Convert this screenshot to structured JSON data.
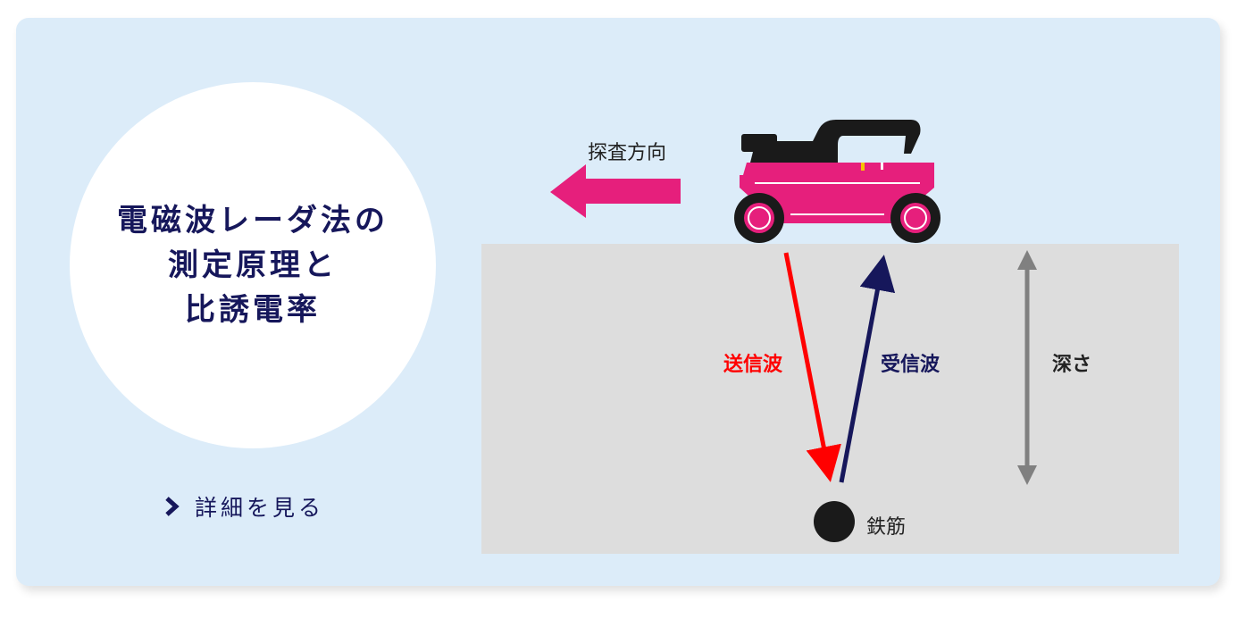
{
  "title": {
    "lines": [
      "電磁波レーダ法の",
      "測定原理と",
      "比誘電率"
    ]
  },
  "link": {
    "label": "詳細を見る",
    "icon": "chevron-right-icon"
  },
  "diagram": {
    "direction_label": "探査方向",
    "transmit_label": "送信波",
    "receive_label": "受信波",
    "depth_label": "深さ",
    "rebar_label": "鉄筋"
  },
  "colors": {
    "card_bg": "#dcecf9",
    "navy": "#16175b",
    "magenta": "#e61f7c",
    "red": "#ff0000",
    "ground": "#dddddd",
    "depth_arrow": "#808080"
  }
}
